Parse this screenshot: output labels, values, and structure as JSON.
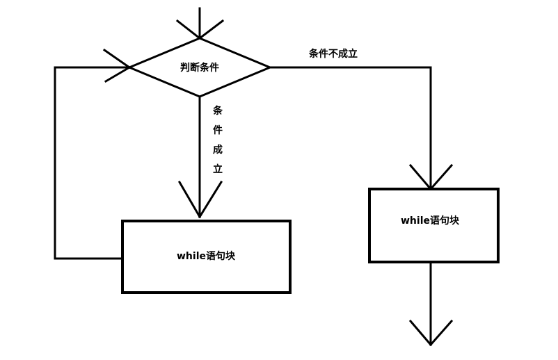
{
  "diagram": {
    "decision_label": "判断条件",
    "true_branch_chars": [
      "条",
      "件",
      "成",
      "立"
    ],
    "false_branch_label": "条件不成立",
    "loop_block_label": "while语句块",
    "exit_block_label": "while语句块"
  },
  "colors": {
    "stroke": "#000000",
    "background": "#ffffff"
  }
}
